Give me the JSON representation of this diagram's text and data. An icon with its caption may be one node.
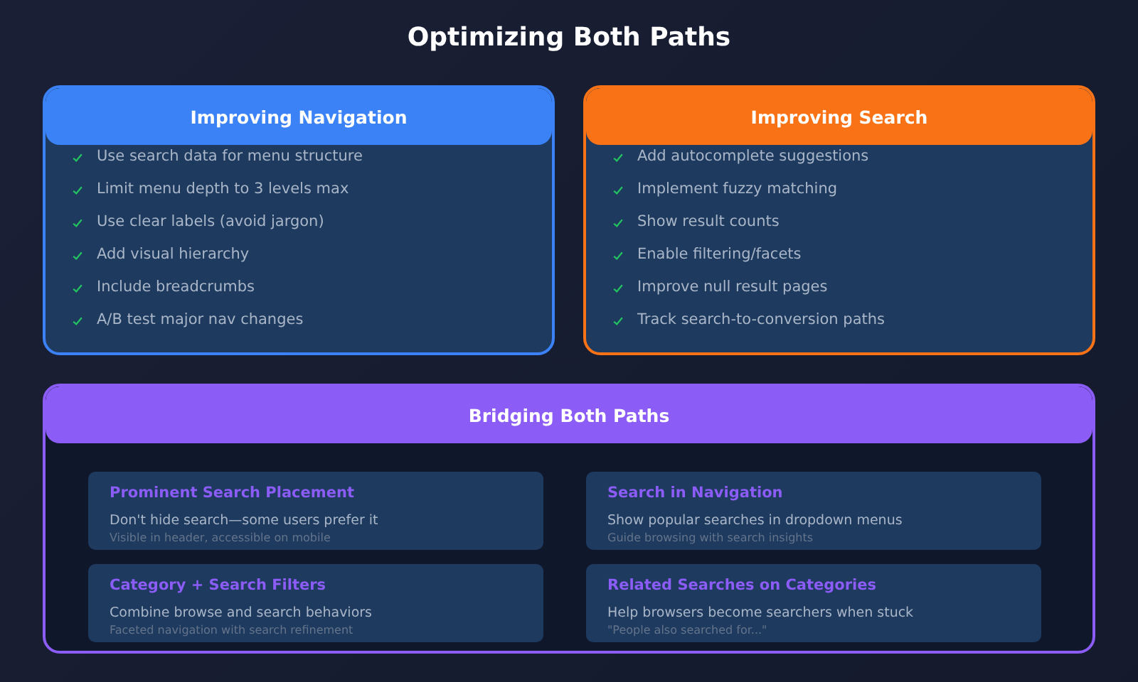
{
  "diagram": {
    "title": "Optimizing Both Paths",
    "nodes": [
      {
        "text": [
          "Improving Navigation",
          "Use search data for menu structure",
          "Limit menu depth to 3 levels max",
          "Use clear labels (avoid jargon)",
          "Add visual hierarchy",
          "Include breadcrumbs",
          "A/B test major nav changes"
        ]
      },
      {
        "text": [
          "Improving Search",
          "Add autocomplete suggestions",
          "Implement fuzzy matching",
          "Show result counts",
          "Enable filtering/facets",
          "Improve null result pages",
          "Track search-to-conversion paths"
        ]
      },
      {
        "text": [
          "Bridging Both Paths"
        ]
      },
      {
        "text": [
          "Prominent Search Placement",
          "Don't hide search—some users prefer it",
          "Visible in header, accessible on mobile"
        ],
        "in": 2
      },
      {
        "text": [
          "Search in Navigation",
          "Show popular searches in dropdown menus",
          "Guide browsing with search insights"
        ],
        "in": 2
      },
      {
        "text": [
          "Category + Search Filters",
          "Combine browse and search behaviors",
          "Faceted navigation with search refinement"
        ],
        "in": 2
      },
      {
        "text": [
          "Related Searches on Categories",
          "Help browsers become searchers when stuck",
          "\"People also searched for...\""
        ],
        "in": 2
      }
    ],
    "edges": []
  }
}
